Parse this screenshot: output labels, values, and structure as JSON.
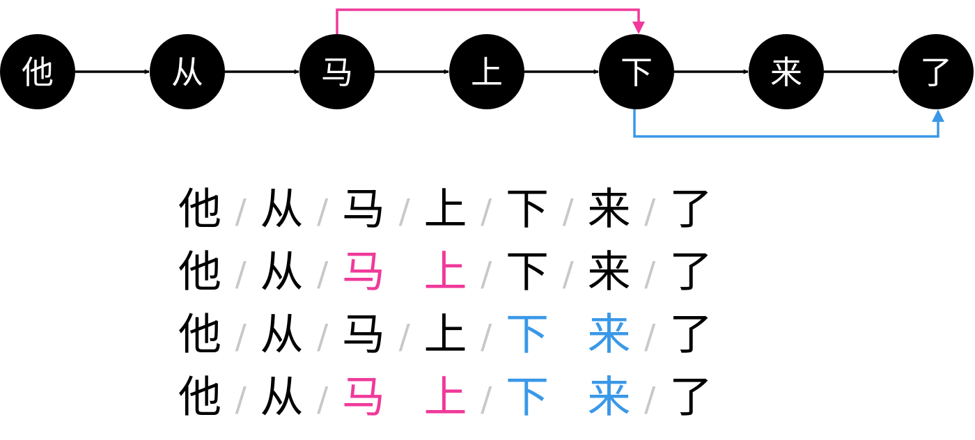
{
  "lattice": {
    "nodes": [
      "他",
      "从",
      "马",
      "上",
      "下",
      "来",
      "了"
    ],
    "edges": [
      {
        "from": 0,
        "to": 1
      },
      {
        "from": 1,
        "to": 2
      },
      {
        "from": 2,
        "to": 3
      },
      {
        "from": 3,
        "to": 4
      },
      {
        "from": 4,
        "to": 5
      },
      {
        "from": 5,
        "to": 6
      }
    ],
    "skip_edges": [
      {
        "from": 2,
        "to": 4,
        "color": "#f0399a",
        "side": "top"
      },
      {
        "from": 4,
        "to": 6,
        "color": "#3a98e8",
        "side": "bottom"
      }
    ]
  },
  "separator": "/",
  "segmentations": [
    {
      "chars": [
        "他",
        "从",
        "马",
        "上",
        "下",
        "来",
        "了"
      ],
      "groups": [
        [
          0
        ],
        [
          1
        ],
        [
          2
        ],
        [
          3
        ],
        [
          4
        ],
        [
          5
        ],
        [
          6
        ]
      ],
      "group_colors": []
    },
    {
      "chars": [
        "他",
        "从",
        "马",
        "上",
        "下",
        "来",
        "了"
      ],
      "groups": [
        [
          0
        ],
        [
          1
        ],
        [
          2,
          3
        ],
        [
          4
        ],
        [
          5
        ],
        [
          6
        ]
      ],
      "group_colors": [
        {
          "group": 2,
          "color": "#f0399a"
        }
      ]
    },
    {
      "chars": [
        "他",
        "从",
        "马",
        "上",
        "下",
        "来",
        "了"
      ],
      "groups": [
        [
          0
        ],
        [
          1
        ],
        [
          2
        ],
        [
          3
        ],
        [
          4,
          5
        ],
        [
          6
        ]
      ],
      "group_colors": [
        {
          "group": 4,
          "color": "#3a98e8"
        }
      ]
    },
    {
      "chars": [
        "他",
        "从",
        "马",
        "上",
        "下",
        "来",
        "了"
      ],
      "groups": [
        [
          0
        ],
        [
          1
        ],
        [
          2,
          3
        ],
        [
          4,
          5
        ],
        [
          6
        ]
      ],
      "group_colors": [
        {
          "group": 2,
          "color": "#f0399a"
        },
        {
          "group": 3,
          "color": "#3a98e8"
        }
      ]
    }
  ],
  "colors": {
    "node": "#000000",
    "node_text": "#ffffff",
    "edge": "#000000",
    "separator": "#c8c8c8",
    "text": "#000000",
    "skip_top": "#f0399a",
    "skip_bottom": "#3a98e8"
  }
}
